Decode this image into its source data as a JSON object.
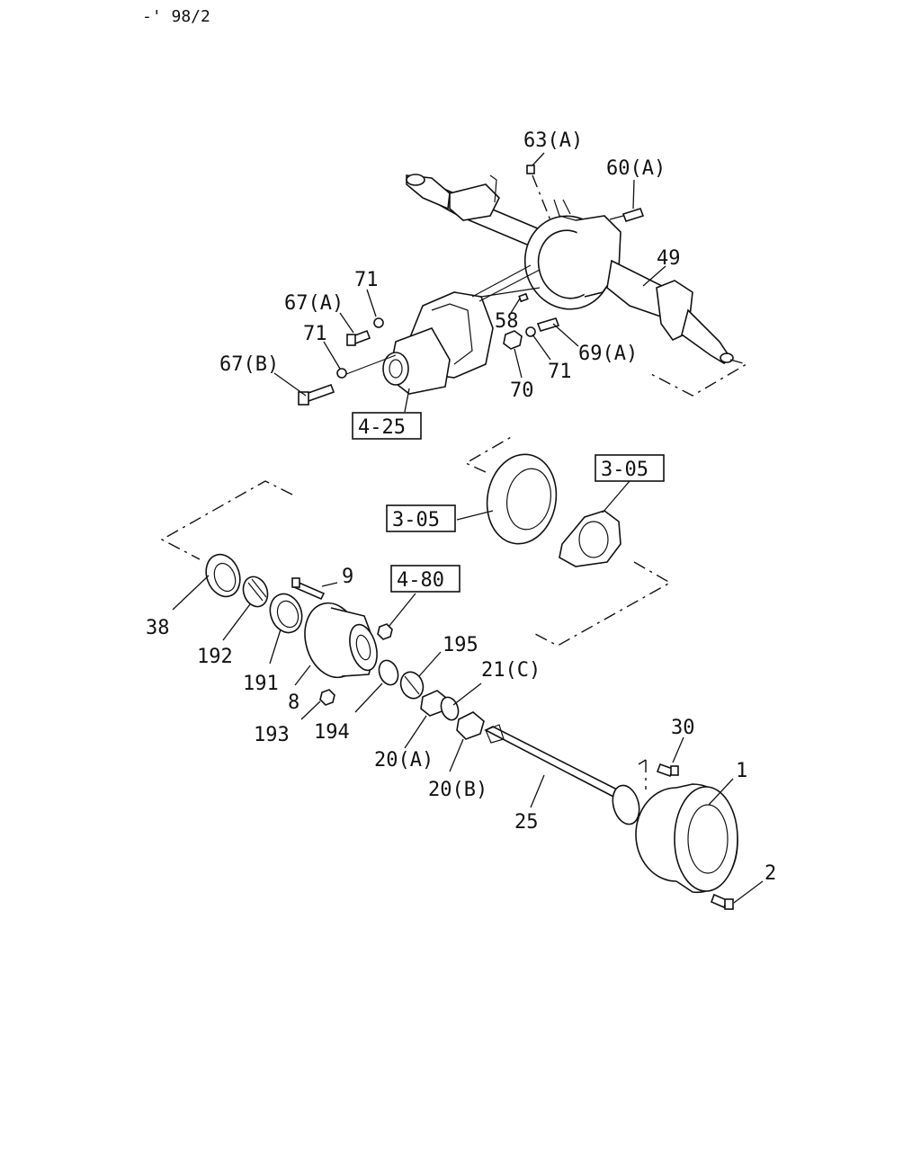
{
  "header": {
    "revision": "-' 98/2"
  },
  "labels": {
    "p63a": "63(A)",
    "p60a": "60(A)",
    "p49": "49",
    "p71_top": "71",
    "p67a": "67(A)",
    "p71_mid": "71",
    "p67b": "67(B)",
    "p58": "58",
    "p69a": "69(A)",
    "p71_right": "71",
    "p70": "70",
    "p9": "9",
    "p38": "38",
    "p192": "192",
    "p191": "191",
    "p8": "8",
    "p193": "193",
    "p194": "194",
    "p195": "195",
    "p21c": "21(C)",
    "p20a": "20(A)",
    "p20b": "20(B)",
    "p25": "25",
    "p30": "30",
    "p1": "1",
    "p2": "2"
  },
  "references": {
    "r425": "4-25",
    "r305_left": "3-05",
    "r305_right": "3-05",
    "r480": "4-80"
  }
}
